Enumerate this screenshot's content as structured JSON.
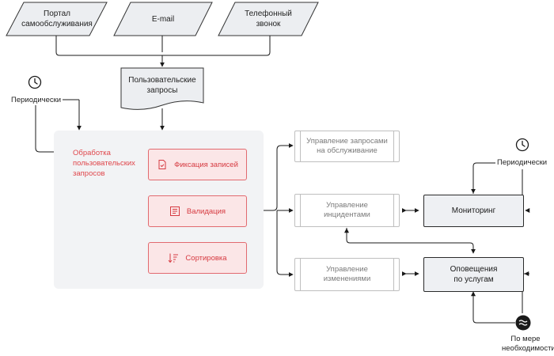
{
  "sources": [
    {
      "label": "Портал\nсамообслуживания"
    },
    {
      "label": "E-mail"
    },
    {
      "label": "Телефонный\nзвонок"
    }
  ],
  "requests_doc": {
    "label": "Пользовательские\nзапросы"
  },
  "periodic_left": {
    "label": "Периодически",
    "icon": "clock-icon"
  },
  "processing": {
    "title": "Обработка\nпользовательских\nзапросов",
    "steps": [
      {
        "label": "Фиксация записей",
        "icon": "document-check-icon"
      },
      {
        "label": "Валидация",
        "icon": "list-icon"
      },
      {
        "label": "Сортировка",
        "icon": "sort-icon"
      }
    ]
  },
  "targets": [
    {
      "label": "Управление запросами\nна обслуживание"
    },
    {
      "label": "Управление\nинцидентами"
    },
    {
      "label": "Управление\nизменениями"
    }
  ],
  "monitoring": {
    "label": "Мониторинг"
  },
  "notifications": {
    "label": "Оповещения\nпо услугам"
  },
  "periodic_right": {
    "label": "Периодически",
    "icon": "clock-icon"
  },
  "on_demand": {
    "label": "По мере\nнеобходимости",
    "icon": "waves-icon"
  },
  "colors": {
    "accent": "#e0474c",
    "accent_fill": "#fbe6e7",
    "panel": "#f2f3f5",
    "source_fill": "#eceef1"
  }
}
